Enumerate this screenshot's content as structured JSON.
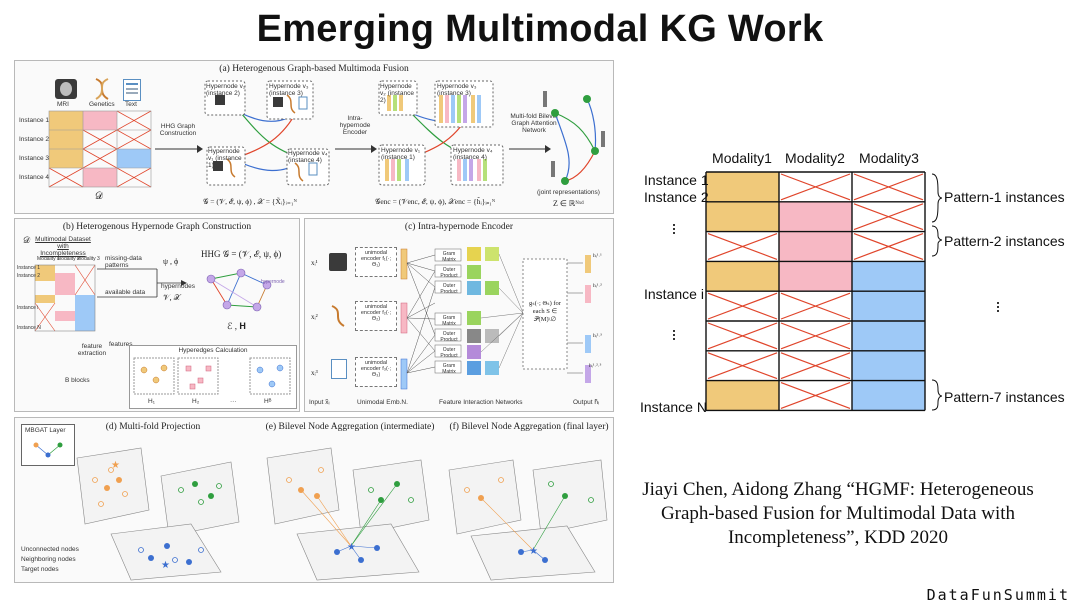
{
  "slide": {
    "title": "Emerging Multimodal KG Work",
    "citation": "Jiayi Chen, Aidong Zhang “HGMF: Heterogeneous Graph-based Fusion for Multimodal Data with Incompleteness”, KDD 2020",
    "brand": "DataFunSummit"
  },
  "panel_a": {
    "title": "(a) Heterogenous Graph-based Multimoda Fusion",
    "modalities": [
      "MRI",
      "Genetics",
      "Text"
    ],
    "instances": [
      "Instance 1",
      "Instance 2",
      "Instance 3",
      "Instance 4"
    ],
    "dataset_symbol": "𝒟",
    "step1": "HHG Graph Construction",
    "step2": "Intra-hypernode Encoder",
    "step3": "Multi-fold Bilevel Graph Attention Network",
    "hypernodes": [
      "Hypernode v₁ (instance 1)",
      "Hypernode v₂ (instance 2)",
      "Hypernode v₃ (instance 3)",
      "Hypernode v₄ (instance 4)"
    ],
    "hypernodes_enc": [
      "Hypernode v₁ (instance 1)",
      "Hypernode v₂ (instance 2)",
      "Hypernode v₃ (instance 3)",
      "Hypernode v₄ (instance 4)"
    ],
    "formula1": "𝒢 = (𝒱, ℰ, ψ, ϕ) ,  𝒳 = {X̃ᵢ}ᵢ₌₁ᴺ",
    "formula2": "𝒢enc = (𝒱enc, ℰ, ψ, ϕ), 𝒳enc = {h̃ᵢ}ᵢ₌₁ᴺ",
    "formula3": "Z ∈ ℝᴺˣᵈ",
    "joint": "(joint representations)"
  },
  "panel_b": {
    "title": "(b) Heterogenous Hypernode Graph Construction",
    "dataset_title": "Multimodal Dataset with Incompleteness",
    "modality_cols": [
      "Modality 1",
      "Modality 2",
      "Modality 3"
    ],
    "rows": [
      "Instance 1",
      "Instance 2",
      "Instance i",
      "Instance N"
    ],
    "missing": "missing-data patterns",
    "psi_phi": "ψ , ϕ",
    "available": "available data",
    "hypernodes": "hypernodes",
    "vx": "𝒱, 𝒳",
    "hhg": "HHG  𝒢 = (𝒱, ℰ, ψ, ϕ)",
    "hypernode_tag": "hypernode",
    "eh": "ℰ , 𝐇",
    "feature_extraction": "feature extraction",
    "features": "features",
    "hyperedges": "Hyperedges Calculation",
    "blocks": "B blocks",
    "h_labels": [
      "H₁",
      "H₂",
      "···",
      "Hᴮ"
    ]
  },
  "panel_c": {
    "title": "(c) Intra-hypernode Encoder",
    "encoders": [
      "unimodal encoder f₁(·; Θ₁)",
      "unimodal encoder f₂(·; Θ₂)",
      "unimodal encoder f₃(·; Θ₃)"
    ],
    "inputs": [
      "xᵢ¹",
      "xᵢ²",
      "xᵢ³"
    ],
    "ops": [
      "Gram Matrix",
      "Outer Product",
      "Outer Product",
      "Gram Matrix",
      "Outer Product",
      "Outer Product",
      "Gram Matrix"
    ],
    "fusion": "gₛ(·; Θₛ) for each S ∈ 𝒫(M)\\∅",
    "outputs": [
      "hᵢ¹˒¹",
      "hᵢ¹˒²",
      "hᵢ²˒³",
      "hᵢ¹˒²˒³"
    ],
    "footer": [
      "Input x̃ᵢ",
      "Unimodal Emb.N.",
      "Feature Interaction Networks",
      "Output h̃ᵢ"
    ]
  },
  "panel_d": {
    "layer": "MBGAT Layer",
    "titles": [
      "(d) Multi-fold Projection",
      "(e) Bilevel Node Aggregation (intermediate)",
      "(f) Bilevel Node Aggregation (final layer)"
    ],
    "legend": [
      "Unconnected nodes",
      "Neighboring nodes",
      "Target nodes"
    ]
  },
  "right_grid": {
    "columns": [
      "Modality1",
      "Modality2",
      "Modality3"
    ],
    "row_labels": [
      "Instance 1",
      "Instance 2",
      "···",
      "Instance i",
      "···",
      "Instance N"
    ],
    "pattern_labels": [
      "Pattern-1 instances",
      "Pattern-2 instances",
      "Pattern-7 instances"
    ],
    "colors": {
      "modality1": "#f0c97a",
      "modality2": "#f7b8c4",
      "modality3": "#9ec9f7",
      "cross": "#e0452b"
    },
    "cells": [
      [
        "m1",
        "x",
        "x"
      ],
      [
        "m1",
        "m2",
        "x"
      ],
      [
        "x",
        "m2",
        "x"
      ],
      [
        "m1",
        "m2",
        "m3"
      ],
      [
        "x",
        "x",
        "m3"
      ],
      [
        "x",
        "x",
        "m3"
      ],
      [
        "x",
        "x",
        "m3"
      ],
      [
        "m1",
        "x",
        "m3"
      ]
    ]
  }
}
